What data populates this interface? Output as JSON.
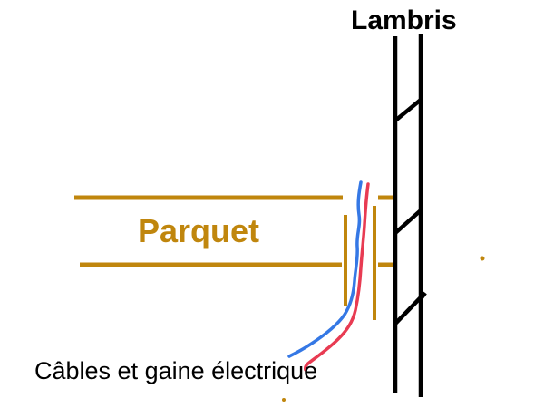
{
  "diagram": {
    "background": "#FFFFFF",
    "labels": {
      "panel": "Lambris",
      "floor": "Parquet",
      "cables": "Câbles et gaine électrique"
    },
    "colors": {
      "wood_orange": "#C0860D",
      "cable_blue": "#3578E5",
      "cable_red": "#E83B52",
      "ink_black": "#000000"
    }
  }
}
